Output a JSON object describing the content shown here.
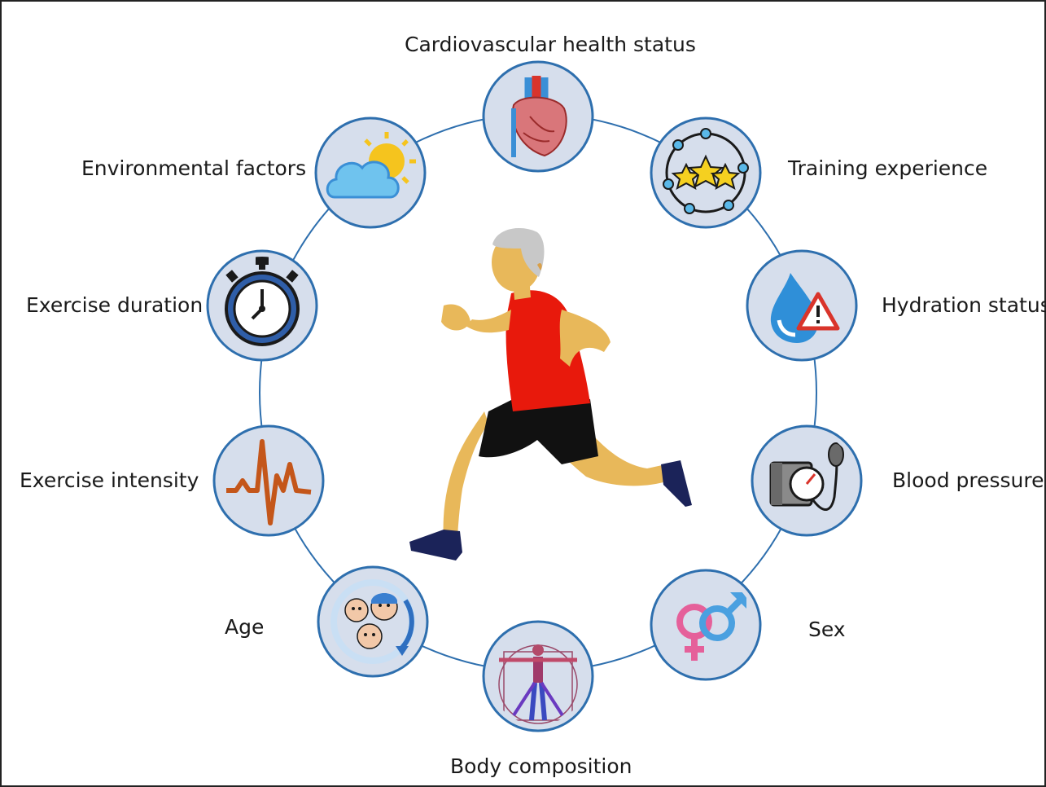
{
  "factors": [
    {
      "id": "cardiovascular",
      "label": "Cardiovascular health status",
      "icon": "heart-icon"
    },
    {
      "id": "training",
      "label": "Training experience",
      "icon": "stars-icon"
    },
    {
      "id": "hydration",
      "label": "Hydration status",
      "icon": "water-drop-warning-icon"
    },
    {
      "id": "blood-pressure",
      "label": "Blood pressure",
      "icon": "blood-pressure-cuff-icon"
    },
    {
      "id": "sex",
      "label": "Sex",
      "icon": "gender-symbols-icon"
    },
    {
      "id": "body-composition",
      "label": "Body composition",
      "icon": "vitruvian-body-icon"
    },
    {
      "id": "age",
      "label": "Age",
      "icon": "age-faces-icon"
    },
    {
      "id": "exercise-intensity",
      "label": "Exercise intensity",
      "icon": "heartbeat-trace-icon"
    },
    {
      "id": "exercise-duration",
      "label": "Exercise duration",
      "icon": "stopwatch-icon"
    },
    {
      "id": "environmental",
      "label": "Environmental factors",
      "icon": "weather-sun-cloud-icon"
    }
  ],
  "center": {
    "icon": "running-man-icon"
  },
  "colors": {
    "ring": "#2e6fae",
    "circle_fill": "#d6deec",
    "circle_stroke": "#2e6fae",
    "shirt": "#e8190c",
    "skin": "#e8b85a",
    "shorts": "#111111",
    "shoes": "#1b2359"
  }
}
